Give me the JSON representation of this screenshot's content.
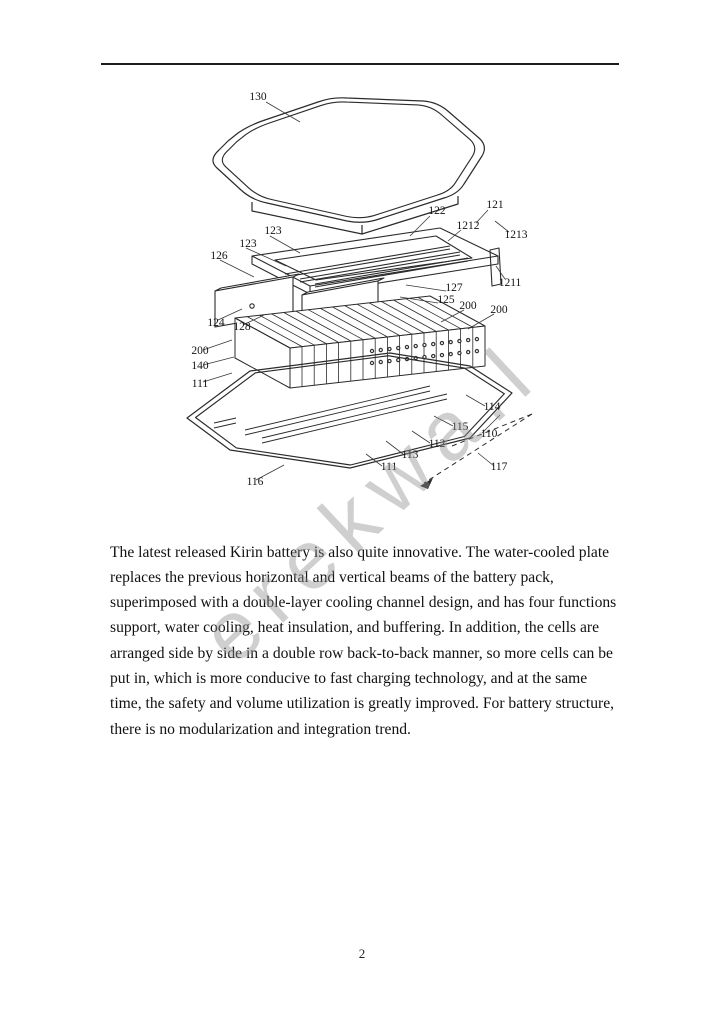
{
  "watermark": {
    "text": "erekwa.l"
  },
  "figure": {
    "labels": [
      "130",
      "122",
      "121",
      "1212",
      "1213",
      "123",
      "123",
      "126",
      "1211",
      "127",
      "125",
      "200",
      "200",
      "124",
      "128",
      "200",
      "140",
      "111",
      "114",
      "115",
      "110",
      "112",
      "113",
      "111",
      "116",
      "117"
    ]
  },
  "article": {
    "paragraph": "The latest released Kirin battery is also quite innovative. The water-cooled plate replaces the previous horizontal and vertical beams of the battery pack, superimposed with a double-layer cooling channel design, and has four functions support, water cooling, heat insulation, and buffering. In addition, the cells are arranged side by side in a double row back-to-back manner, so more cells can be put in, which is more conducive to fast charging technology, and at the same time, the safety and volume utilization is greatly improved. For battery structure, there is no modularization and integration trend."
  },
  "page": {
    "number": "2"
  }
}
